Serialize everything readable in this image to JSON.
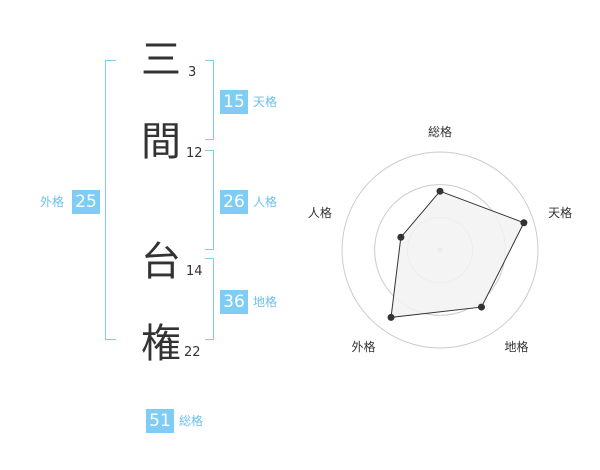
{
  "name": {
    "chars": [
      {
        "char": "三",
        "strokes": "3"
      },
      {
        "char": "間",
        "strokes": "12"
      },
      {
        "char": "台",
        "strokes": "14"
      },
      {
        "char": "権",
        "strokes": "22"
      }
    ]
  },
  "grids": {
    "tenkaku": {
      "value": "15",
      "label": "天格"
    },
    "jinkaku": {
      "value": "26",
      "label": "人格"
    },
    "chikaku": {
      "value": "36",
      "label": "地格"
    },
    "gaikaku": {
      "value": "25",
      "label": "外格"
    },
    "soukaku": {
      "value": "51",
      "label": "総格"
    }
  },
  "colors": {
    "accent": "#7fccf5",
    "label": "#6cc0ef",
    "text": "#333333",
    "radar_fill": "#f2f2f2",
    "ring": "#cccccc"
  },
  "chart_data": {
    "type": "radar",
    "axes": [
      "総格",
      "天格",
      "地格",
      "外格",
      "人格"
    ],
    "values": [
      0.6,
      0.9,
      0.72,
      0.85,
      0.42
    ],
    "rings": 3,
    "grid": true
  }
}
